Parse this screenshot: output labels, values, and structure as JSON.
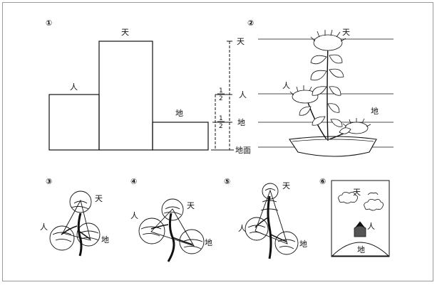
{
  "panel1": {
    "number": "①",
    "labels": {
      "ten": "天",
      "hito": "人",
      "chi": "地"
    },
    "scale": {
      "ten": "天",
      "hito": "人",
      "chi": "地",
      "ground": "地面",
      "half_num": "1",
      "half_den": "2"
    }
  },
  "panel2": {
    "number": "②",
    "labels": {
      "ten": "天",
      "hito": "人",
      "chi": "地"
    }
  },
  "panel3": {
    "number": "③",
    "labels": {
      "ten": "天",
      "hito": "人",
      "chi": "地"
    }
  },
  "panel4": {
    "number": "④",
    "labels": {
      "ten": "天",
      "hito": "人",
      "chi": "地"
    }
  },
  "panel5": {
    "number": "⑤",
    "labels": {
      "ten": "天",
      "hito": "人",
      "chi": "地"
    }
  },
  "panel6": {
    "number": "⑥",
    "labels": {
      "ten": "天",
      "hito": "人",
      "chi": "地"
    }
  },
  "colors": {
    "line": "#111111",
    "frame": "#9a9a9a"
  }
}
